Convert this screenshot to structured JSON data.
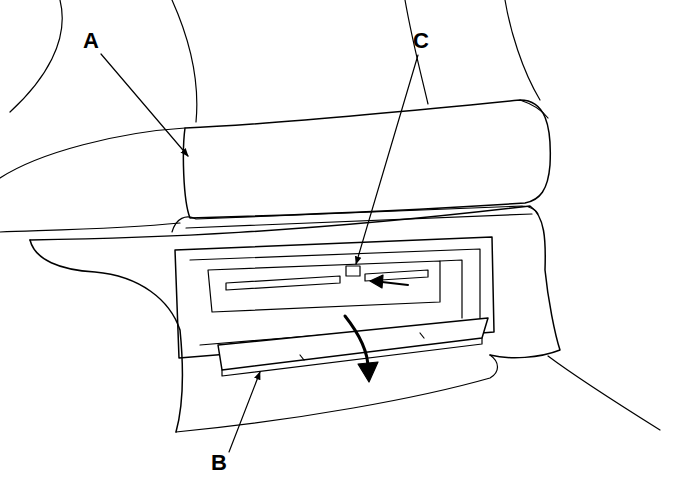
{
  "diagram": {
    "labels": [
      "A",
      "C",
      "B"
    ]
  }
}
